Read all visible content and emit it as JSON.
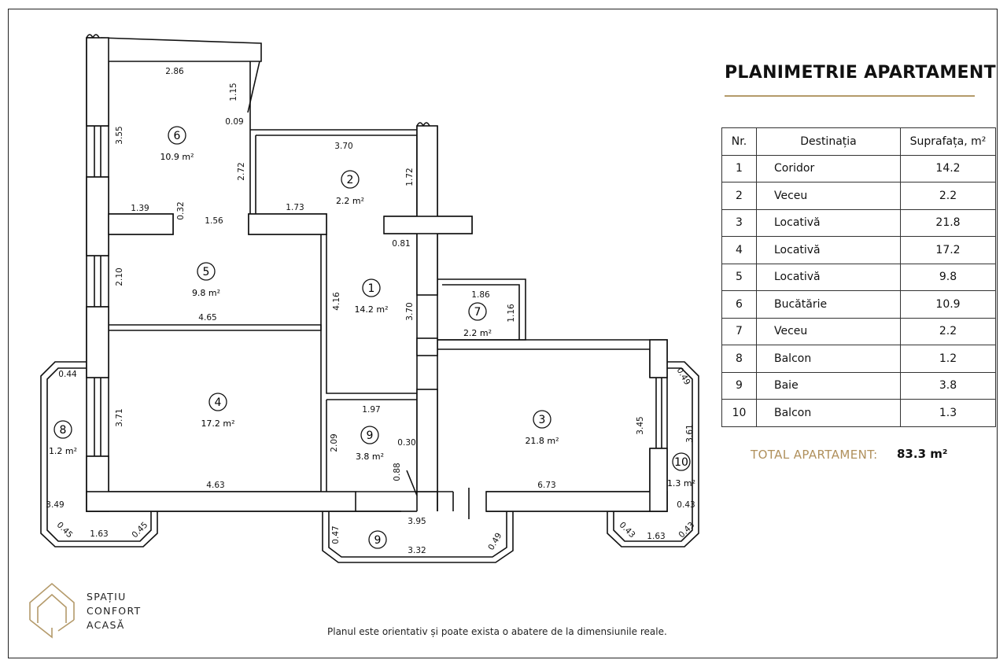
{
  "title": "PLANIMETRIE APARTAMENT",
  "table": {
    "headers": {
      "nr": "Nr.",
      "destinatia": "Destinația",
      "suprafata": "Suprafața, m²"
    },
    "rows": [
      {
        "nr": "1",
        "destinatia": "Coridor",
        "suprafata": "14.2"
      },
      {
        "nr": "2",
        "destinatia": "Veceu",
        "suprafata": "2.2"
      },
      {
        "nr": "3",
        "destinatia": "Locativă",
        "suprafata": "21.8"
      },
      {
        "nr": "4",
        "destinatia": "Locativă",
        "suprafata": "17.2"
      },
      {
        "nr": "5",
        "destinatia": "Locativă",
        "suprafata": "9.8"
      },
      {
        "nr": "6",
        "destinatia": "Bucătărie",
        "suprafata": "10.9"
      },
      {
        "nr": "7",
        "destinatia": "Veceu",
        "suprafata": "2.2"
      },
      {
        "nr": "8",
        "destinatia": "Balcon",
        "suprafata": "1.2"
      },
      {
        "nr": "9",
        "destinatia": "Baie",
        "suprafata": "3.8"
      },
      {
        "nr": "10",
        "destinatia": "Balcon",
        "suprafata": "1.3"
      }
    ]
  },
  "total": {
    "label": "TOTAL APARTAMENT:",
    "value": "83.3 m²"
  },
  "brand": {
    "line1": "SPAȚIU",
    "line2": "CONFORT",
    "line3": "ACASĂ"
  },
  "disclaimer": "Planul este orientativ și poate exista o abatere de la dimensiunile reale.",
  "colors": {
    "accent": "#b49a6a",
    "total_label": "#b0905c",
    "ink": "#111111"
  },
  "plan": {
    "rooms": [
      {
        "num": "6",
        "area": "10.9 m²"
      },
      {
        "num": "2",
        "area": "2.2 m²"
      },
      {
        "num": "5",
        "area": "9.8 m²"
      },
      {
        "num": "1",
        "area": "14.2 m²"
      },
      {
        "num": "7",
        "area": "2.2 m²"
      },
      {
        "num": "4",
        "area": "17.2 m²"
      },
      {
        "num": "8",
        "area": "1.2 m²"
      },
      {
        "num": "9",
        "area": "3.8 m²"
      },
      {
        "num": "3",
        "area": "21.8 m²"
      },
      {
        "num": "10",
        "area": "1.3 m²"
      },
      {
        "num": "9",
        "area": ""
      }
    ],
    "dimensions": [
      "2.86",
      "1.15",
      "0.09",
      "3.55",
      "2.72",
      "3.70",
      "1.72",
      "1.39",
      "0.32",
      "1.56",
      "1.73",
      "0.81",
      "2.10",
      "4.16",
      "1.86",
      "1.16",
      "3.70",
      "4.65",
      "0.44",
      "3.71",
      "1.97",
      "2.09",
      "0.30",
      "0.88",
      "4.63",
      "0.49",
      "3.45",
      "3.61",
      "0.43",
      "6.73",
      "3.49",
      "0.45",
      "1.63",
      "0.45",
      "3.95",
      "0.47",
      "3.32",
      "0.49",
      "0.43",
      "1.63",
      "0.43"
    ]
  }
}
